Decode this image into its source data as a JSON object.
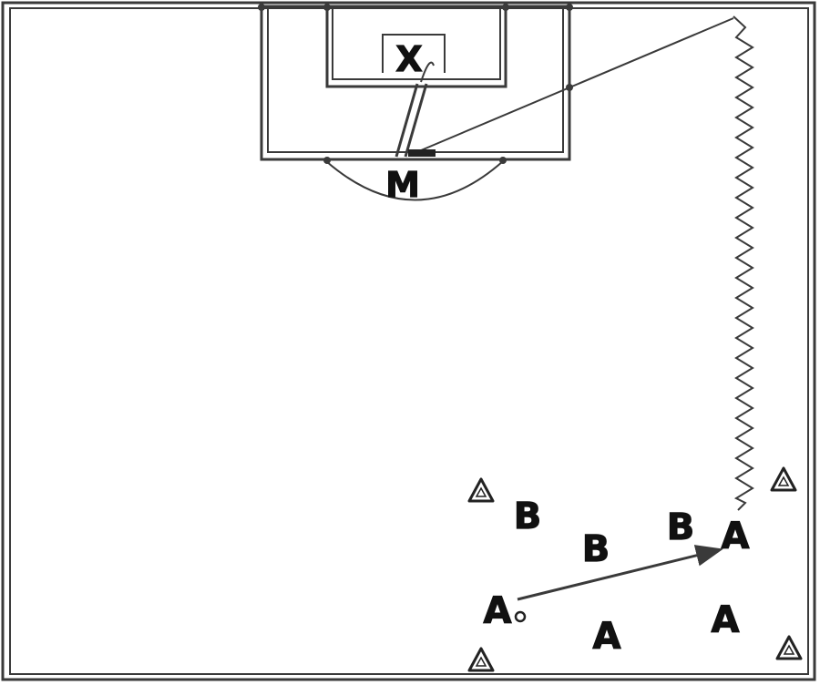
{
  "diagram": {
    "players": {
      "goalkeeper": "X",
      "server": "M",
      "group_b": [
        "B",
        "B",
        "B"
      ],
      "group_a": [
        "A",
        "A",
        "A",
        "A"
      ]
    },
    "colors": {
      "lines": "#3a3a3a",
      "labels": "#111111",
      "background": "#ffffff"
    },
    "icons": [
      "cone-icon",
      "ball-icon"
    ]
  }
}
